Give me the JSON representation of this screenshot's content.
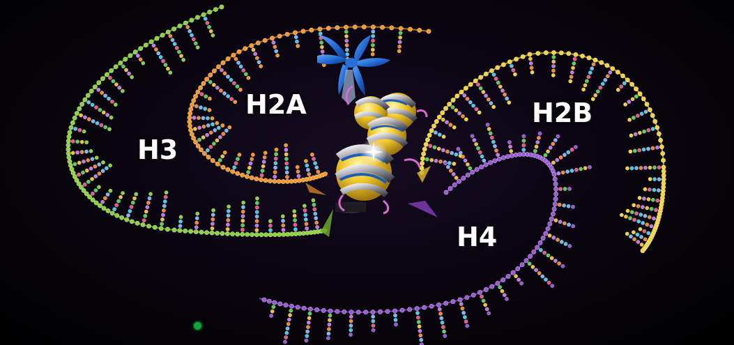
{
  "labels": {
    "h2a": "H2A",
    "h3": "H3",
    "h2b": "H2B",
    "h4": "H4"
  },
  "colors": {
    "h3": "#8cd23c",
    "h2a": "#f59a2a",
    "h2b": "#f4d43c",
    "h4": "#9a5ad6",
    "status_dot": "#12a33c"
  },
  "icons": [
    "chromosome-icon",
    "nucleosome-icon",
    "status-dot"
  ]
}
